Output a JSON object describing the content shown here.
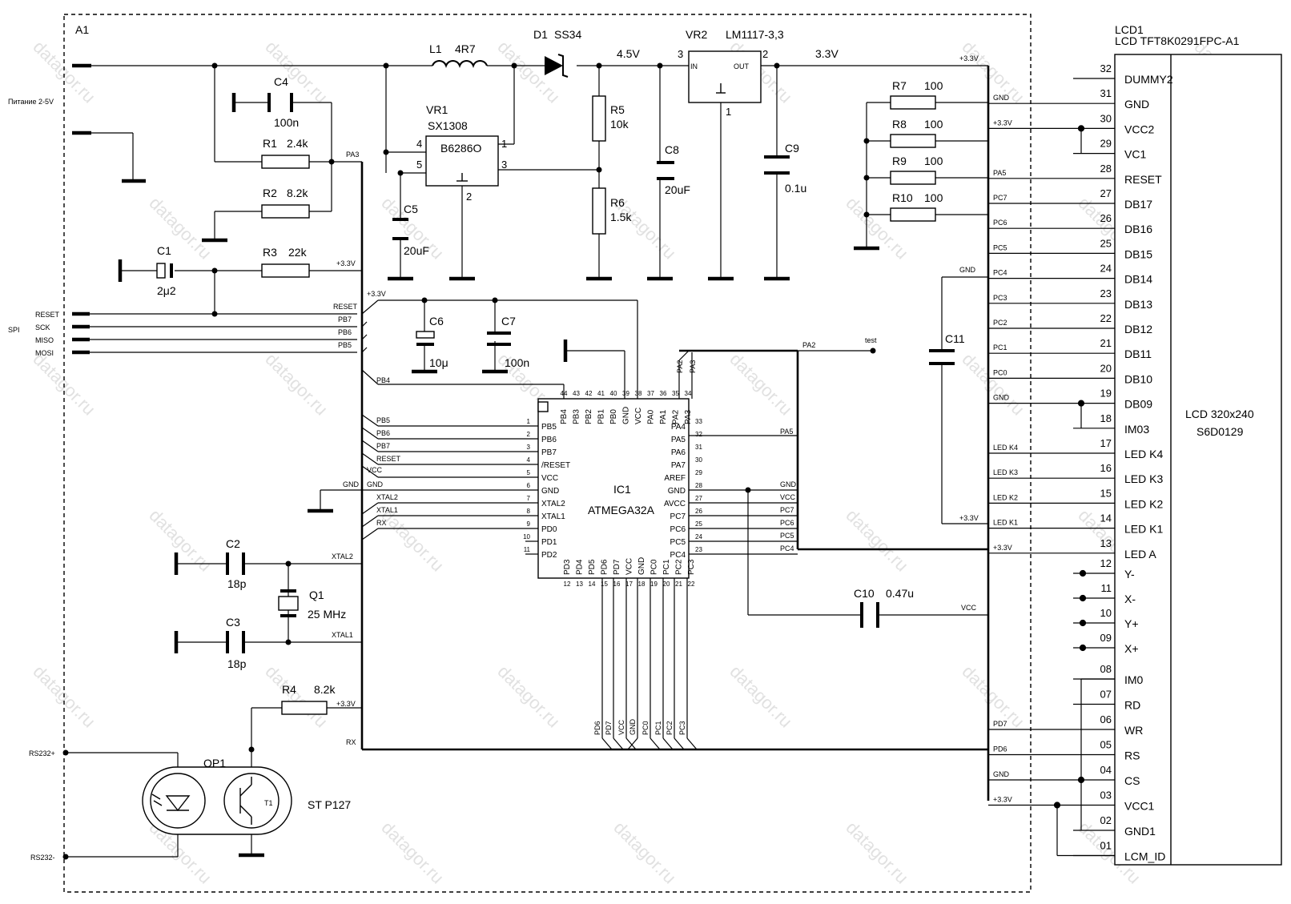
{
  "watermark": "datagor.ru",
  "board": {
    "name": "A1",
    "power_label": "Питание 2-5V",
    "spi_label": "SPI"
  },
  "vr1": {
    "name": "VR1",
    "part": "SX1308",
    "chip": "B6286O",
    "pins": {
      "p1": "1",
      "p2": "2",
      "p3": "3",
      "p4": "4",
      "p5": "5"
    }
  },
  "vr2": {
    "name": "VR2",
    "part": "LM1117-3,3",
    "in": "IN",
    "out": "OUT",
    "pins": {
      "p1": "1",
      "p2": "2",
      "p3": "3"
    }
  },
  "l1": {
    "name": "L1",
    "value": "4R7"
  },
  "d1": {
    "name": "D1",
    "part": "SS34"
  },
  "rails": {
    "v45": "4.5V",
    "v33": "3.3V",
    "p33": "+3.3V",
    "vcc": "VCC",
    "gnd": "GND"
  },
  "caps": {
    "c1": {
      "name": "C1",
      "value": "2μ2"
    },
    "c2": {
      "name": "C2",
      "value": "18p"
    },
    "c3": {
      "name": "C3",
      "value": "18p"
    },
    "c4": {
      "name": "C4",
      "value": "100n"
    },
    "c5": {
      "name": "C5",
      "value": "20uF"
    },
    "c6": {
      "name": "C6",
      "value": "10μ"
    },
    "c7": {
      "name": "C7",
      "value": "100n"
    },
    "c8": {
      "name": "C8",
      "value": "20uF"
    },
    "c9": {
      "name": "C9",
      "value": "0.1u"
    },
    "c10": {
      "name": "C10",
      "value": "0.47u"
    },
    "c11": {
      "name": "C11"
    }
  },
  "resistors": {
    "r1": {
      "name": "R1",
      "value": "2.4k"
    },
    "r2": {
      "name": "R2",
      "value": "8.2k"
    },
    "r3": {
      "name": "R3",
      "value": "22k"
    },
    "r4": {
      "name": "R4",
      "value": "8.2k"
    },
    "r5": {
      "name": "R5",
      "value": "10k"
    },
    "r6": {
      "name": "R6",
      "value": "1.5k"
    },
    "r7": {
      "name": "R7",
      "value": "100"
    },
    "r8": {
      "name": "R8",
      "value": "100"
    },
    "r9": {
      "name": "R9",
      "value": "100"
    },
    "r10": {
      "name": "R10",
      "value": "100"
    }
  },
  "q1": {
    "name": "Q1",
    "value": "25 MHz"
  },
  "op1": {
    "name": "OP1",
    "part": "ST P127",
    "transistor": "T1"
  },
  "rs232": {
    "plus": "RS232+",
    "minus": "RS232-"
  },
  "spi_pins": [
    "RESET",
    "SCK",
    "MISO",
    "MOSI"
  ],
  "net_labels": {
    "pa3": "PA3",
    "pa2": "PA2",
    "pa5": "PA5",
    "reset": "RESET",
    "pb4": "PB4",
    "pb5": "PB5",
    "pb6": "PB6",
    "pb7": "PB7",
    "xtal1": "XTAL1",
    "xtal2": "XTAL2",
    "rx": "RX",
    "test": "test",
    "pc0": "PC0",
    "pc1": "PC1",
    "pc2": "PC2",
    "pc3": "PC3",
    "pc4": "PC4",
    "pc5": "PC5",
    "pc6": "PC6",
    "pc7": "PC7",
    "pd6": "PD6",
    "pd7": "PD7",
    "ledk1": "LED K1",
    "ledk2": "LED K2",
    "ledk3": "LED K3",
    "ledk4": "LED K4"
  },
  "ic1": {
    "name": "IC1",
    "part": "ATMEGA32A",
    "left_pins": [
      {
        "num": "1",
        "name": "PB5"
      },
      {
        "num": "2",
        "name": "PB6"
      },
      {
        "num": "3",
        "name": "PB7"
      },
      {
        "num": "4",
        "name": "/RESET"
      },
      {
        "num": "5",
        "name": "VCC"
      },
      {
        "num": "6",
        "name": "GND"
      },
      {
        "num": "7",
        "name": "XTAL2"
      },
      {
        "num": "8",
        "name": "XTAL1"
      },
      {
        "num": "9",
        "name": "PD0"
      },
      {
        "num": "10",
        "name": "PD1"
      },
      {
        "num": "11",
        "name": "PD2"
      }
    ],
    "bottom_pins": [
      {
        "num": "12",
        "name": "PD3"
      },
      {
        "num": "13",
        "name": "PD4"
      },
      {
        "num": "14",
        "name": "PD5"
      },
      {
        "num": "15",
        "name": "PD6"
      },
      {
        "num": "16",
        "name": "PD7"
      },
      {
        "num": "17",
        "name": "VCC"
      },
      {
        "num": "18",
        "name": "GND"
      },
      {
        "num": "19",
        "name": "PC0"
      },
      {
        "num": "20",
        "name": "PC1"
      },
      {
        "num": "21",
        "name": "PC2"
      },
      {
        "num": "22",
        "name": "PC3"
      }
    ],
    "right_pins": [
      {
        "num": "33",
        "name": "PA4"
      },
      {
        "num": "32",
        "name": "PA5"
      },
      {
        "num": "31",
        "name": "PA6"
      },
      {
        "num": "30",
        "name": "PA7"
      },
      {
        "num": "29",
        "name": "AREF"
      },
      {
        "num": "28",
        "name": "GND"
      },
      {
        "num": "27",
        "name": "AVCC"
      },
      {
        "num": "26",
        "name": "PC7"
      },
      {
        "num": "25",
        "name": "PC6"
      },
      {
        "num": "24",
        "name": "PC5"
      },
      {
        "num": "23",
        "name": "PC4"
      }
    ],
    "top_pins": [
      {
        "num": "44",
        "name": "PB4"
      },
      {
        "num": "43",
        "name": "PB3"
      },
      {
        "num": "42",
        "name": "PB2"
      },
      {
        "num": "41",
        "name": "PB1"
      },
      {
        "num": "40",
        "name": "PB0"
      },
      {
        "num": "39",
        "name": "GND"
      },
      {
        "num": "38",
        "name": "VCC"
      },
      {
        "num": "37",
        "name": "PA0"
      },
      {
        "num": "36",
        "name": "PA1"
      },
      {
        "num": "35",
        "name": "PA2"
      },
      {
        "num": "34",
        "name": "PA3"
      }
    ]
  },
  "lcd": {
    "name": "LCD1",
    "part": "LCD TFT8K0291FPC-A1",
    "title": "LCD 320x240",
    "controller": "S6D0129",
    "pins": [
      {
        "num": "32",
        "name": "DUMMY2",
        "net": ""
      },
      {
        "num": "31",
        "name": "GND",
        "net": "GND"
      },
      {
        "num": "30",
        "name": "VCC2",
        "net": "+3.3V"
      },
      {
        "num": "29",
        "name": "VC1",
        "net": ""
      },
      {
        "num": "28",
        "name": "RESET",
        "net": "PA5"
      },
      {
        "num": "27",
        "name": "DB17",
        "net": "PC7"
      },
      {
        "num": "26",
        "name": "DB16",
        "net": "PC6"
      },
      {
        "num": "25",
        "name": "DB15",
        "net": "PC5"
      },
      {
        "num": "24",
        "name": "DB14",
        "net": "PC4"
      },
      {
        "num": "23",
        "name": "DB13",
        "net": "PC3"
      },
      {
        "num": "22",
        "name": "DB12",
        "net": "PC2"
      },
      {
        "num": "21",
        "name": "DB11",
        "net": "PC1"
      },
      {
        "num": "20",
        "name": "DB10",
        "net": "PC0"
      },
      {
        "num": "19",
        "name": "DB09",
        "net": "GND"
      },
      {
        "num": "18",
        "name": "IM03",
        "net": ""
      },
      {
        "num": "17",
        "name": "LED K4",
        "net": "LED K4"
      },
      {
        "num": "16",
        "name": "LED K3",
        "net": "LED K3"
      },
      {
        "num": "15",
        "name": "LED K2",
        "net": "LED K2"
      },
      {
        "num": "14",
        "name": "LED K1",
        "net": "LED K1"
      },
      {
        "num": "13",
        "name": "LED A",
        "net": "+3.3V"
      },
      {
        "num": "12",
        "name": "Y-",
        "net": ""
      },
      {
        "num": "11",
        "name": "X-",
        "net": ""
      },
      {
        "num": "10",
        "name": "Y+",
        "net": ""
      },
      {
        "num": "09",
        "name": "X+",
        "net": ""
      },
      {
        "num": "08",
        "name": "IM0",
        "net": ""
      },
      {
        "num": "07",
        "name": "RD",
        "net": ""
      },
      {
        "num": "06",
        "name": "WR",
        "net": "PD7"
      },
      {
        "num": "05",
        "name": "RS",
        "net": "PD6"
      },
      {
        "num": "04",
        "name": "CS",
        "net": "GND"
      },
      {
        "num": "03",
        "name": "VCC1",
        "net": "+3.3V"
      },
      {
        "num": "02",
        "name": "GND1",
        "net": ""
      },
      {
        "num": "01",
        "name": "LCM_ID",
        "net": ""
      }
    ]
  }
}
